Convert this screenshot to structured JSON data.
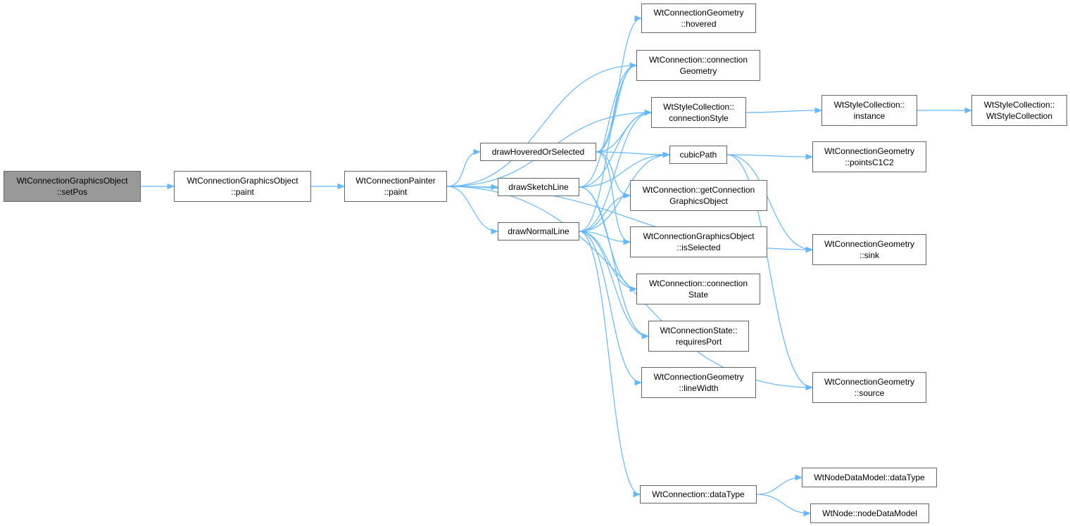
{
  "nodes": {
    "setpos": {
      "line1": "WtConnectionGraphicsObject",
      "line2": "::setPos"
    },
    "cgo_paint": {
      "line1": "WtConnectionGraphicsObject",
      "line2": "::paint"
    },
    "painter_paint": {
      "line1": "WtConnectionPainter",
      "line2": "::paint"
    },
    "draw_hovered": {
      "line1": "drawHoveredOrSelected"
    },
    "draw_sketch": {
      "line1": "drawSketchLine"
    },
    "draw_normal": {
      "line1": "drawNormalLine"
    },
    "geom_hovered": {
      "line1": "WtConnectionGeometry",
      "line2": "::hovered"
    },
    "conn_geometry": {
      "line1": "WtConnection::connection",
      "line2": "Geometry"
    },
    "style_conn": {
      "line1": "WtStyleCollection::",
      "line2": "connectionStyle"
    },
    "cubic_path": {
      "line1": "cubicPath"
    },
    "get_cgo": {
      "line1": "WtConnection::getConnection",
      "line2": "GraphicsObject"
    },
    "is_selected": {
      "line1": "WtConnectionGraphicsObject",
      "line2": "::isSelected"
    },
    "conn_state": {
      "line1": "WtConnection::connection",
      "line2": "State"
    },
    "requires_port": {
      "line1": "WtConnectionState::",
      "line2": "requiresPort"
    },
    "line_width": {
      "line1": "WtConnectionGeometry",
      "line2": "::lineWidth"
    },
    "data_type": {
      "line1": "WtConnection::dataType"
    },
    "style_instance": {
      "line1": "WtStyleCollection::",
      "line2": "instance"
    },
    "style_ctor": {
      "line1": "WtStyleCollection::",
      "line2": "WtStyleCollection"
    },
    "points_c1c2": {
      "line1": "WtConnectionGeometry",
      "line2": "::pointsC1C2"
    },
    "geom_sink": {
      "line1": "WtConnectionGeometry",
      "line2": "::sink"
    },
    "geom_source": {
      "line1": "WtConnectionGeometry",
      "line2": "::source"
    },
    "ndm_datatype": {
      "line1": "WtNodeDataModel::dataType"
    },
    "node_ndm": {
      "line1": "WtNode::nodeDataModel"
    }
  },
  "edges": [
    [
      "setpos",
      "cgo_paint"
    ],
    [
      "cgo_paint",
      "painter_paint"
    ],
    [
      "painter_paint",
      "draw_hovered"
    ],
    [
      "painter_paint",
      "draw_sketch"
    ],
    [
      "painter_paint",
      "draw_normal"
    ],
    [
      "painter_paint",
      "conn_geometry"
    ],
    [
      "painter_paint",
      "style_conn"
    ],
    [
      "painter_paint",
      "geom_sink"
    ],
    [
      "painter_paint",
      "geom_source"
    ],
    [
      "draw_hovered",
      "geom_hovered"
    ],
    [
      "draw_hovered",
      "conn_geometry"
    ],
    [
      "draw_hovered",
      "style_conn"
    ],
    [
      "draw_hovered",
      "cubic_path"
    ],
    [
      "draw_hovered",
      "get_cgo"
    ],
    [
      "draw_hovered",
      "is_selected"
    ],
    [
      "draw_sketch",
      "conn_geometry"
    ],
    [
      "draw_sketch",
      "style_conn"
    ],
    [
      "draw_sketch",
      "cubic_path"
    ],
    [
      "draw_sketch",
      "conn_state"
    ],
    [
      "draw_sketch",
      "requires_port"
    ],
    [
      "draw_normal",
      "conn_geometry"
    ],
    [
      "draw_normal",
      "style_conn"
    ],
    [
      "draw_normal",
      "cubic_path"
    ],
    [
      "draw_normal",
      "get_cgo"
    ],
    [
      "draw_normal",
      "is_selected"
    ],
    [
      "draw_normal",
      "conn_state"
    ],
    [
      "draw_normal",
      "requires_port"
    ],
    [
      "draw_normal",
      "line_width"
    ],
    [
      "draw_normal",
      "data_type"
    ],
    [
      "style_conn",
      "style_instance"
    ],
    [
      "style_instance",
      "style_ctor"
    ],
    [
      "cubic_path",
      "points_c1c2"
    ],
    [
      "cubic_path",
      "geom_sink"
    ],
    [
      "cubic_path",
      "geom_source"
    ],
    [
      "data_type",
      "ndm_datatype"
    ],
    [
      "data_type",
      "node_ndm"
    ]
  ],
  "colors": {
    "edge": "#63b8ff",
    "root_fill": "#999999",
    "node_border": "#666666"
  }
}
